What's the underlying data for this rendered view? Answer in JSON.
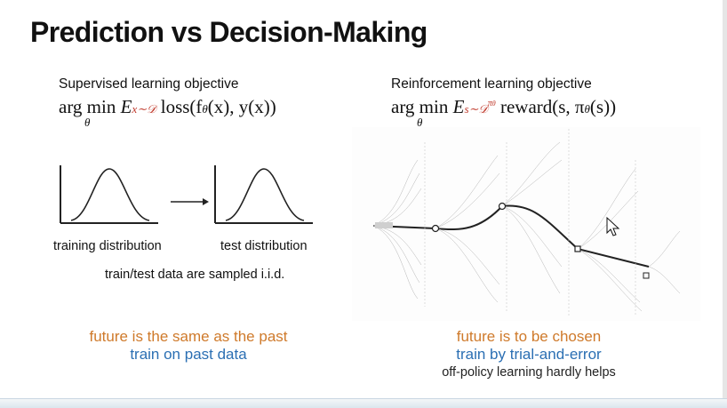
{
  "slide": {
    "title": "Prediction vs Decision-Making",
    "left": {
      "heading": "Supervised learning objective",
      "formula": {
        "argmin": "arg min",
        "theta": "θ",
        "E": "E",
        "E_sub": "x∼𝒟",
        "rest": " loss(f",
        "rest_sub": "θ",
        "rest_tail": "(x), y(x))"
      },
      "label_train": "training distribution",
      "label_test": "test distribution",
      "iid": "train/test data are sampled i.i.d.",
      "line1": "future is the same as the past",
      "line2": "train on past data"
    },
    "right": {
      "heading": "Reinforcement learning objective",
      "formula": {
        "argmin": "arg min",
        "theta": "θ",
        "E": "E",
        "E_sub": "s∼𝒟",
        "E_sup": "π",
        "E_sup_sub": "θ",
        "rest": " reward(s, π",
        "rest_sub": "θ",
        "rest_tail": "(s))"
      },
      "line1": "future is to be chosen",
      "line2": "train by trial-and-error",
      "line3": "off-policy learning hardly helps"
    }
  },
  "colors": {
    "orange": "#cf7a2b",
    "blue": "#2b6fb3",
    "red": "#c0392b"
  },
  "icons": {
    "cursor": "mouse-pointer-icon",
    "arrow": "right-arrow-icon"
  }
}
